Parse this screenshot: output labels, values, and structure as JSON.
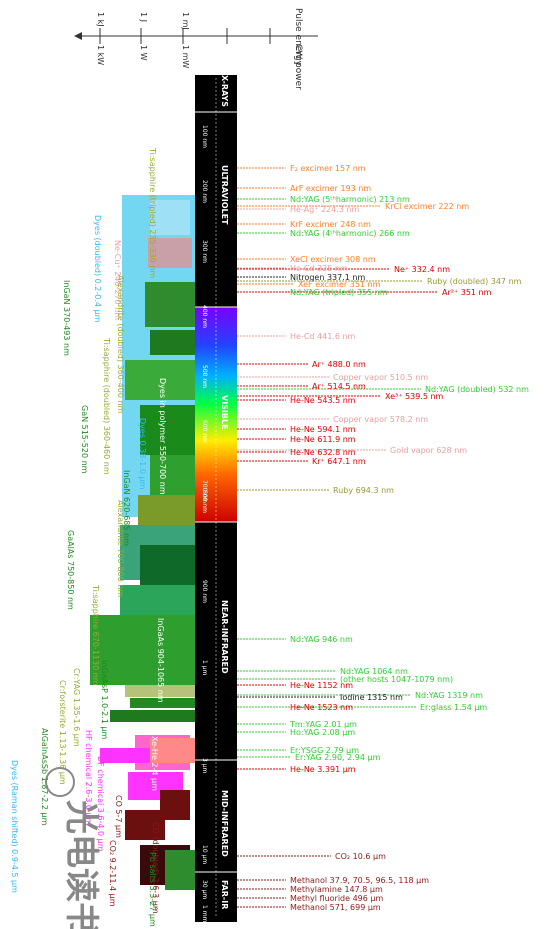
{
  "axis_header": {
    "pulse_energy": "Pulse energy",
    "cw_power": "CW power",
    "energy_ticks": [
      "1 kJ",
      "1 J",
      "1 mJ"
    ],
    "power_ticks": [
      "1 kW",
      "1 W",
      "1 mW"
    ]
  },
  "regions": {
    "xrays": "X-RAYS",
    "ultraviolet": "ULTRAVIOLET",
    "visible": "VISIBLE",
    "near_infrared": "NEAR-INFRARED",
    "mid_infrared": "MID-INFRARED",
    "far_ir": "FAR-IR"
  },
  "scale_ticks": [
    "100 nm",
    "200 nm",
    "300 nm",
    "400 nm",
    "500 nm",
    "600 nm",
    "700 nm",
    "800 nm",
    "900 nm",
    "1 μm",
    "3 μm",
    "10 μm",
    "30 μm",
    "1 mm"
  ],
  "right_labels": [
    {
      "text": "F₂ excimer  157 nm",
      "color": "#ff7f2a"
    },
    {
      "text": "ArF  excimer  193 nm",
      "color": "#ff7f2a"
    },
    {
      "text": "Nd:YAG (5ᵗʰharmonic)  213 nm",
      "color": "#33cc33"
    },
    {
      "text": "He-Ag⁺  224.3 nm",
      "color": "#e8a0a0"
    },
    {
      "text": "KrCl  excimer  222 nm",
      "color": "#ff7f2a"
    },
    {
      "text": "KrF  excimer  248 nm",
      "color": "#ff7f2a"
    },
    {
      "text": "Nd:YAG (4ᵗʰharmonic)  266 nm",
      "color": "#33cc33"
    },
    {
      "text": "XeCl  excimer  308 nm",
      "color": "#ff7f2a"
    },
    {
      "text": "He-Cd  325 nm",
      "color": "#e8a0a0"
    },
    {
      "text": "Nitrogen  337.1 nm",
      "color": "#222222"
    },
    {
      "text": "Ne⁺  332.4 nm",
      "color": "#dd0000"
    },
    {
      "text": "XeF  excimer  351 nm",
      "color": "#ff7f2a"
    },
    {
      "text": "Ruby (doubled)  347 nm",
      "color": "#999933"
    },
    {
      "text": "Nd:YAG (tripled)  355 nm",
      "color": "#33cc33"
    },
    {
      "text": "Ar²⁺ 351 nm",
      "color": "#dd0000"
    },
    {
      "text": "He-Cd  441.6 nm",
      "color": "#e8a0a0"
    },
    {
      "text": "Ar⁺  488.0 nm",
      "color": "#dd0000"
    },
    {
      "text": "Copper vapor  510.5 nm",
      "color": "#e8a0a0"
    },
    {
      "text": "Ar⁺  514.5 nm",
      "color": "#dd0000"
    },
    {
      "text": "Nd:YAG (doubled)  532 nm",
      "color": "#33cc33"
    },
    {
      "text": "He-Ne  543.5 nm",
      "color": "#dd0000"
    },
    {
      "text": "Xe³⁺  539.5 nm",
      "color": "#dd0000"
    },
    {
      "text": "Copper vapor  578.2 nm",
      "color": "#e8a0a0"
    },
    {
      "text": "He-Ne  594.1 nm",
      "color": "#dd0000"
    },
    {
      "text": "He-Ne  611.9 nm",
      "color": "#dd0000"
    },
    {
      "text": "He-Ne  632.8 nm",
      "color": "#dd0000"
    },
    {
      "text": "Gold vapor  628 nm",
      "color": "#e8a0a0"
    },
    {
      "text": "Kr⁺  647.1 nm",
      "color": "#dd0000"
    },
    {
      "text": "Ruby  694.3 nm",
      "color": "#999933"
    },
    {
      "text": "Nd:YAG  946 nm",
      "color": "#33cc33"
    },
    {
      "text": "Nd:YAG  1064 nm",
      "color": "#33cc33"
    },
    {
      "text": "(other hosts  1047-1079 nm)",
      "color": "#33cc33"
    },
    {
      "text": "He-Ne  1152 nm",
      "color": "#dd0000"
    },
    {
      "text": "Iodine  1315 nm",
      "color": "#222222"
    },
    {
      "text": "Nd:YAG  1319 nm",
      "color": "#33cc33"
    },
    {
      "text": "He-Ne  1523 nm",
      "color": "#dd0000"
    },
    {
      "text": "Er:glass  1.54 μm",
      "color": "#33cc33"
    },
    {
      "text": "Tm:YAG  2.01 μm",
      "color": "#33cc33"
    },
    {
      "text": "Ho:YAG  2.08 μm",
      "color": "#33cc33"
    },
    {
      "text": "Er:YSGG  2.79 μm",
      "color": "#33cc33"
    },
    {
      "text": "Er:YAG  2.90, 2.94 μm",
      "color": "#33cc33"
    },
    {
      "text": "He-Ne  3.391 μm",
      "color": "#dd0000"
    },
    {
      "text": "CO₂  10.6 μm",
      "color": "#8b1a1a"
    },
    {
      "text": "Methanol  37.9, 70.5, 96.5, 118 μm",
      "color": "#8b1a1a"
    },
    {
      "text": "Methylamine  147.8 μm",
      "color": "#8b1a1a"
    },
    {
      "text": "Methyl fluoride  496 μm",
      "color": "#8b1a1a"
    },
    {
      "text": "Methanol  571, 699 μm",
      "color": "#8b1a1a"
    }
  ],
  "left_labels": [
    {
      "text": "Ti:sapphire (tripled) 235-330 nm",
      "color": "#99aa33"
    },
    {
      "text": "Ne-Cu⁺ 248-270 nm",
      "color": "#e8a0a0"
    },
    {
      "text": "Dyes (doubled) 0.2-0.4 μm",
      "color": "#33bbee"
    },
    {
      "text": "Alexandrite (doubled) 360-400 nm",
      "color": "#99aa33"
    },
    {
      "text": "InGaN 370-493 nm",
      "color": "#228822"
    },
    {
      "text": "Ti:sapphire (doubled) 360-460 nm",
      "color": "#99aa33"
    },
    {
      "text": "GaN 515-520 nm",
      "color": "#228822"
    },
    {
      "text": "Dyes 0.38-1.0 μm",
      "color": "#33bbee"
    },
    {
      "text": "Dyes in polymer 550-700 nm",
      "color": "#ffffff"
    },
    {
      "text": "InGaN 620-685 nm",
      "color": "#228822"
    },
    {
      "text": "Alexandrite 700-800 nm",
      "color": "#99aa33"
    },
    {
      "text": "GaAlAs 750-850 nm",
      "color": "#228822"
    },
    {
      "text": "Ti:sapphire 670-1130 nm",
      "color": "#99aa33"
    },
    {
      "text": "InGaAs 904-1065 nm",
      "color": "#ffffff"
    },
    {
      "text": "InGaAsP 1.0-2.1 μm",
      "color": "#228822"
    },
    {
      "text": "Cr:forsterite 1.13-1.36 μm",
      "color": "#99aa33"
    },
    {
      "text": "Cr:YAG 1.35-1.6 μm",
      "color": "#99aa33"
    },
    {
      "text": "AlGaInAsSb 1.87-2.2 μm",
      "color": "#228822"
    },
    {
      "text": "Dyes (Raman shifted) 0.9-4.5 μm",
      "color": "#33bbee"
    },
    {
      "text": "HF chemical 2.6-3.0 μm",
      "color": "#ff33ff"
    },
    {
      "text": "DF chemical 3.6-4.0 μm",
      "color": "#ff33ff"
    },
    {
      "text": "Xe-He 2-4 μm",
      "color": "#ffffff"
    },
    {
      "text": "CO (doubled) 2.6-3 μm",
      "color": "#8b1a1a"
    },
    {
      "text": "CO 5-7 μm",
      "color": "#8b1a1a"
    },
    {
      "text": "CO₂ 9.2-11.4 μm",
      "color": "#8b1a1a"
    },
    {
      "text": "Pb salts 3.3-27 μm",
      "color": "#228822"
    }
  ],
  "watermark": "光电读书"
}
